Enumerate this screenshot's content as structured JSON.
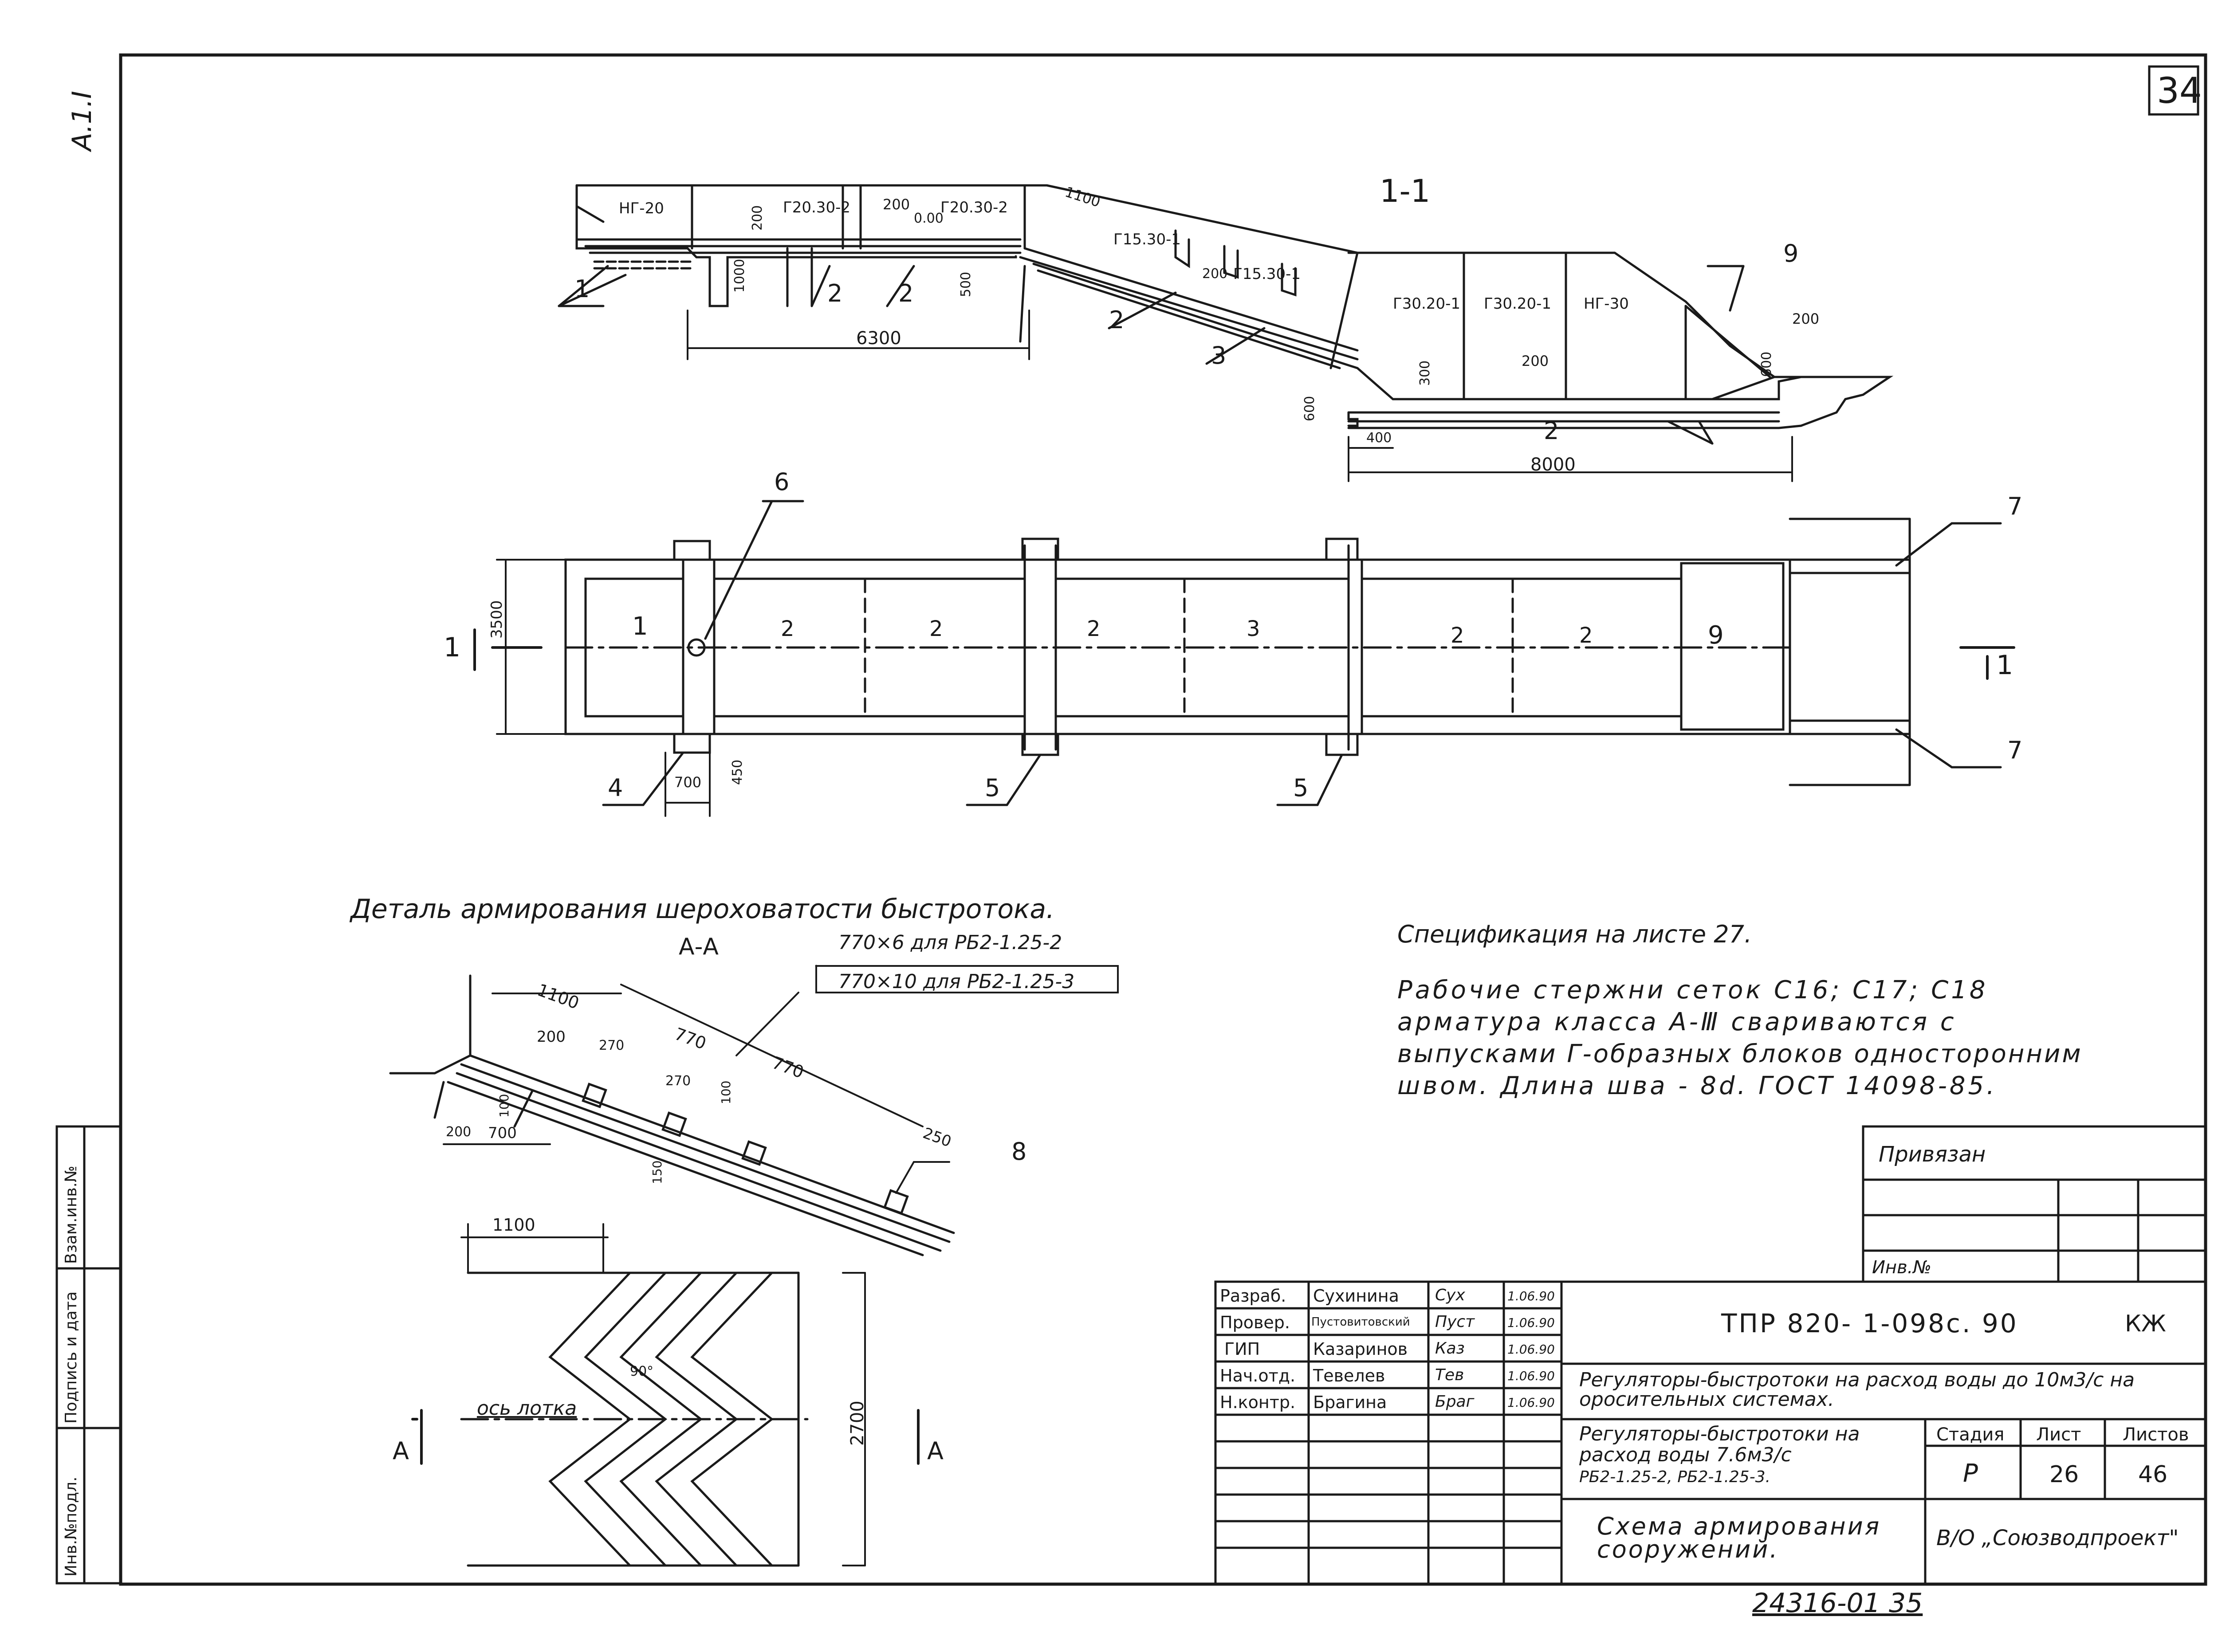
{
  "sheet": {
    "page_number": "34",
    "format_mark": "А.1.I",
    "archive_number": "24316-01  35"
  },
  "section_1_1": {
    "title": "1-1",
    "blocks": [
      "НГ-20",
      "Г20.30-2",
      "Г20.30-2",
      "Г15.30-1",
      "Г15.30-1",
      "Г30.20-1",
      "Г30.20-1",
      "НГ-30"
    ],
    "dims": [
      "200",
      "200",
      "0.00",
      "1100",
      "1000",
      "500",
      "6300",
      "200",
      "200",
      "300",
      "600",
      "200",
      "400",
      "8000",
      "600"
    ],
    "callouts": [
      "1",
      "2",
      "2",
      "2",
      "3",
      "2",
      "9"
    ]
  },
  "plan": {
    "section_marks": [
      "1",
      "1"
    ],
    "dims": [
      "3500",
      "700",
      "450"
    ],
    "zones": [
      "1",
      "2",
      "2",
      "2",
      "3",
      "2",
      "2",
      "9"
    ],
    "callouts": [
      "6",
      "7",
      "7",
      "4",
      "5",
      "5"
    ]
  },
  "detail": {
    "title": "Деталь армирования шероховатости быстротока.",
    "section_label": "А-А",
    "spec_lines": [
      "770×6 для РБ2-1.25-2",
      "770×10 для РБ2-1.25-3"
    ],
    "dims": [
      "1100",
      "200",
      "270",
      "770",
      "270",
      "770",
      "100",
      "100",
      "250",
      "150",
      "200",
      "700"
    ],
    "callout": "8"
  },
  "plan_detail": {
    "dims": [
      "1100",
      "2700"
    ],
    "angle": "90°",
    "axis_label": "ось лотка",
    "section_marks": [
      "А",
      "А"
    ]
  },
  "notes": {
    "spec_ref": "Спецификация на листе 27.",
    "text_lines": [
      "Рабочие стержни сеток С16; С17; С18",
      "арматура класса А-Ⅲ свариваются с",
      "выпусками Г-образных блоков односторонним",
      "швом. Длина шва - 8d. ГОСТ 14098-85."
    ]
  },
  "privyazan": {
    "title": "Привязан",
    "inv_label": "Инв.№"
  },
  "left_strip": {
    "labels": [
      "Инв.№подл.",
      "Подпись и дата",
      "Взам.инв.№"
    ]
  },
  "title_block": {
    "signatures": [
      {
        "role": "Разраб.",
        "name": "Сухинина",
        "sign": "Сух",
        "date": "1.06.90"
      },
      {
        "role": "Провер.",
        "name": "Пустовитовский",
        "sign": "Пуст",
        "date": "1.06.90"
      },
      {
        "role": "ГИП",
        "name": "Казаринов",
        "sign": "Каз",
        "date": "1.06.90"
      },
      {
        "role": "Нач.отд.",
        "name": "Тевелев",
        "sign": "Тев",
        "date": "1.06.90"
      },
      {
        "role": "Н.контр.",
        "name": "Брагина",
        "sign": "Браг",
        "date": "1.06.90"
      }
    ],
    "code": "ТПР 820- 1-098с. 90",
    "mark": "КЖ",
    "project_title": "Регуляторы-быстротоки на расход воды до 10м3/с на оросительных системах.",
    "doc_title_lines": [
      "Регуляторы-быстротоки на",
      "расход воды 7.6м3/с",
      "РБ2-1.25-2, РБ2-1.25-3."
    ],
    "stage_header": "Стадия",
    "sheet_header": "Лист",
    "sheets_header": "Листов",
    "stage": "Р",
    "sheet": "26",
    "sheets": "46",
    "drawing_title_lines": [
      "Схема армирования",
      "сооружений."
    ],
    "organization": "В/О „Союзводпроект\""
  }
}
